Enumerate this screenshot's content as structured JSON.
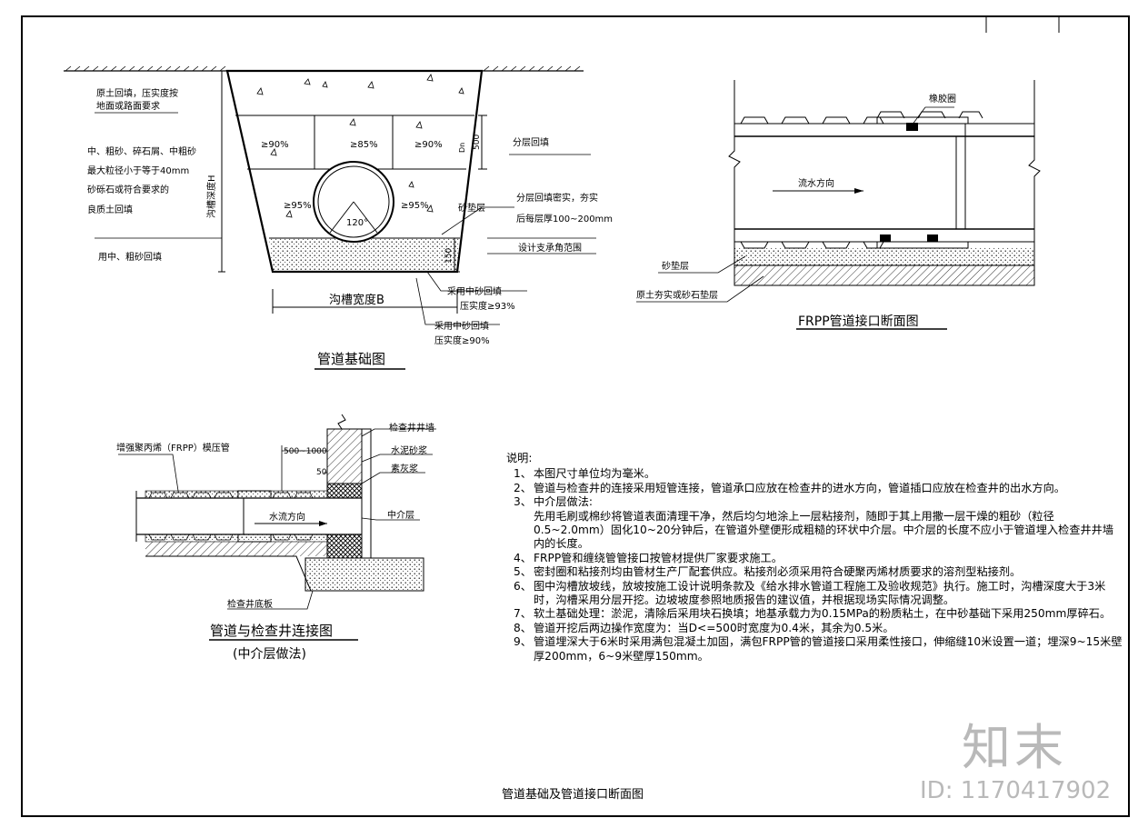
{
  "sheet": {
    "title": "管道基础及管道接口断面图"
  },
  "trench": {
    "caption": "管道基础图",
    "left_notes": [
      "原土回填，压实度按",
      "地面或路面要求",
      "中、粗砂、碎石屑、中粗砂",
      "最大粒径小于等于40mm",
      "砂砾石或符合要求的",
      "良质土回填",
      "用中、粗砂回填"
    ],
    "depth_label": "沟槽深度H",
    "compaction": [
      "≥90%",
      "≥85%",
      "≥90%",
      "≥95%",
      "≥95%"
    ],
    "angle": "120°",
    "dim_500": "500",
    "dim_150": "150",
    "dim_d": "Dn",
    "right_notes": [
      "分层回填",
      "分层回填密实，夯实",
      "后每层厚100~200mm",
      "砂垫层",
      "设计支承角范围"
    ],
    "bottom_notes": [
      "采用中砂回填",
      "压实度≥93%",
      "采用中砂回填",
      "压实度≥90%"
    ],
    "width_label": "沟槽宽度B"
  },
  "joint": {
    "caption": "FRPP管道接口断面图",
    "rubber_ring": "橡胶圈",
    "flow": "流水方向",
    "sand_bed": "砂垫层",
    "base": "原土夯实或砂石垫层"
  },
  "manhole": {
    "caption": "管道与检查井连接图",
    "subcaption": "(中介层做法)",
    "pipe_label": "增强聚丙烯（FRPP）模压管",
    "dim_1": "500~1000",
    "dim_2": "50",
    "wall": "检查井井墙",
    "mortar": "水泥砂浆",
    "lime": "素灰浆",
    "flow": "水流方向",
    "middle": "中介层",
    "floor": "检查井底板"
  },
  "notes": {
    "heading": "说明:",
    "items": [
      {
        "num": "1、",
        "text": "本图尺寸单位均为毫米。"
      },
      {
        "num": "2、",
        "text": "管道与检查井的连接采用短管连接，管道承口应放在检查井的进水方向，管道插口应放在检查井的出水方向。"
      },
      {
        "num": "3、",
        "text": "中介层做法:"
      },
      {
        "num": "",
        "text": "先用毛刷或棉纱将管道表面清理干净，然后均匀地涂上一层粘接剂，随即于其上用撒一层干燥的粗砂（粒径0.5~2.0mm）固化10~20分钟后，在管道外壁便形成粗糙的环状中介层。中介层的长度不应小于管道埋入检查井井墙内的长度。"
      },
      {
        "num": "4、",
        "text": "FRPP管和缠绕管管接口按管材提供厂家要求施工。"
      },
      {
        "num": "5、",
        "text": "密封圈和粘接剂均由管材生产厂配套供应。粘接剂必须采用符合硬聚丙烯材质要求的溶剂型粘接剂。"
      },
      {
        "num": "6、",
        "text": "图中沟槽放坡线，放坡按施工设计说明条款及《给水排水管道工程施工及验收规范》执行。施工时，沟槽深度大于3米时，沟槽采用分层开挖。边坡坡度参照地质报告的建议值，并根据现场实际情况调整。"
      },
      {
        "num": "7、",
        "text": "软土基础处理：淤泥，清除后采用块石换填；地基承载力为0.15MPa的粉质粘土，在中砂基础下采用250mm厚碎石。"
      },
      {
        "num": "8、",
        "text": "管道开挖后两边操作宽度为：当D<=500时宽度为0.4米，其余为0.5米。"
      },
      {
        "num": "9、",
        "text": "管道埋深大于6米时采用满包混凝土加固，满包FRPP管的管道接口采用柔性接口，伸缩缝10米设置一道；埋深9~15米壁厚200mm，6~9米壁厚150mm。"
      }
    ]
  },
  "watermark": {
    "logo": "知末",
    "id": "ID: 1170417902"
  }
}
